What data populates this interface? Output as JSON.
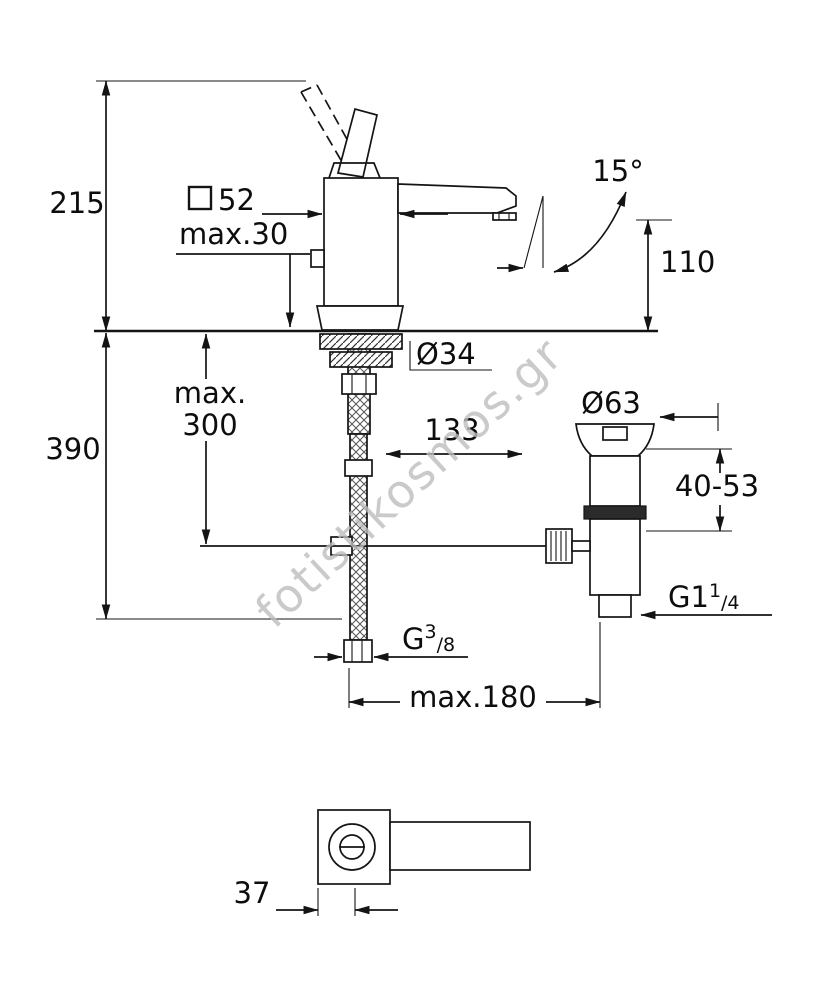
{
  "watermark": {
    "text": "fotistikosmos.gr"
  },
  "labels": {
    "overall_height": "215",
    "body_square": "52",
    "max_deck": "max.30",
    "angle": "15°",
    "spout_height": "110",
    "hole_dia": "Ø34",
    "hose_max_line1": "max.",
    "hose_max_line2": "300",
    "under_height": "390",
    "projection": "133",
    "flange_dia": "Ø63",
    "adjust_range": "40-53",
    "waste_thread_base": "G1",
    "waste_thread_num": "1",
    "waste_thread_den": "/4",
    "supply_thread_base": "G",
    "supply_thread_num": "3",
    "supply_thread_den": "/8",
    "max_reach": "max.180",
    "handle_width": "37"
  }
}
